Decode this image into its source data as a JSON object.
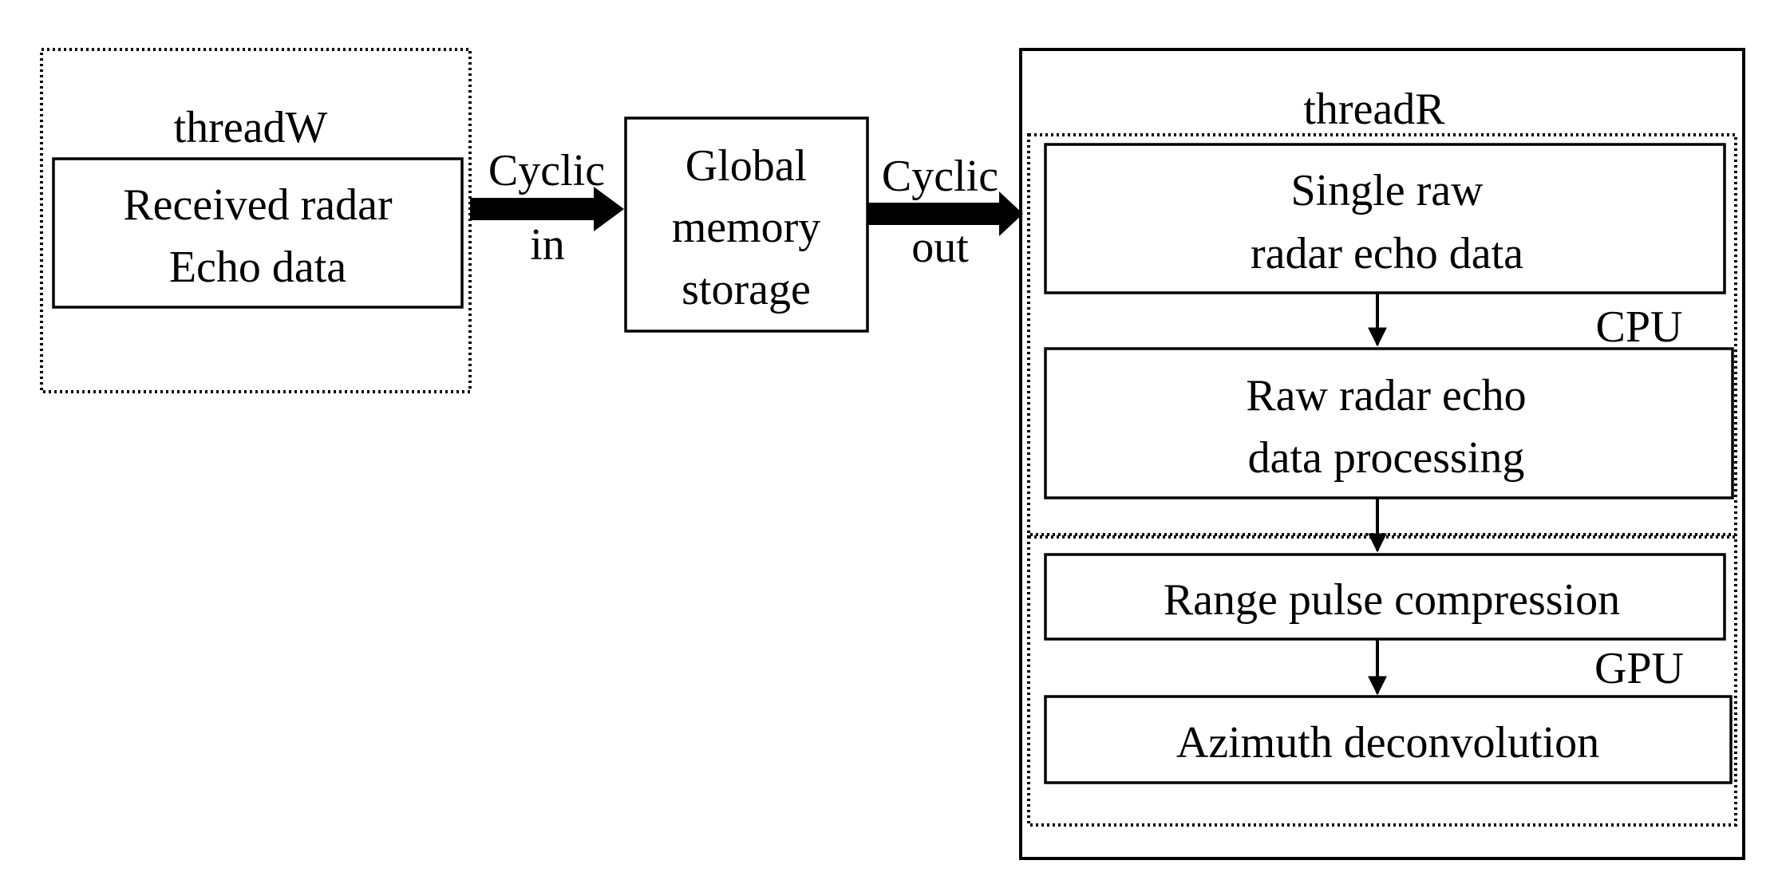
{
  "thread_w": {
    "label": "threadW",
    "box": {
      "line1": "Received radar",
      "line2": "Echo data"
    }
  },
  "arrow_in": {
    "line1": "Cyclic",
    "line2": "in"
  },
  "global_memory": {
    "line1": "Global",
    "line2": "memory",
    "line3": "storage"
  },
  "arrow_out": {
    "line1": "Cyclic",
    "line2": "out"
  },
  "thread_r": {
    "label": "threadR",
    "cpu": {
      "label": "CPU",
      "step1": {
        "line1": "Single raw",
        "line2": "radar echo data"
      },
      "step2": {
        "line1": "Raw radar echo",
        "line2": "data processing"
      }
    },
    "gpu": {
      "label": "GPU",
      "step3": "Range pulse compression",
      "step4": "Azimuth deconvolution"
    }
  }
}
